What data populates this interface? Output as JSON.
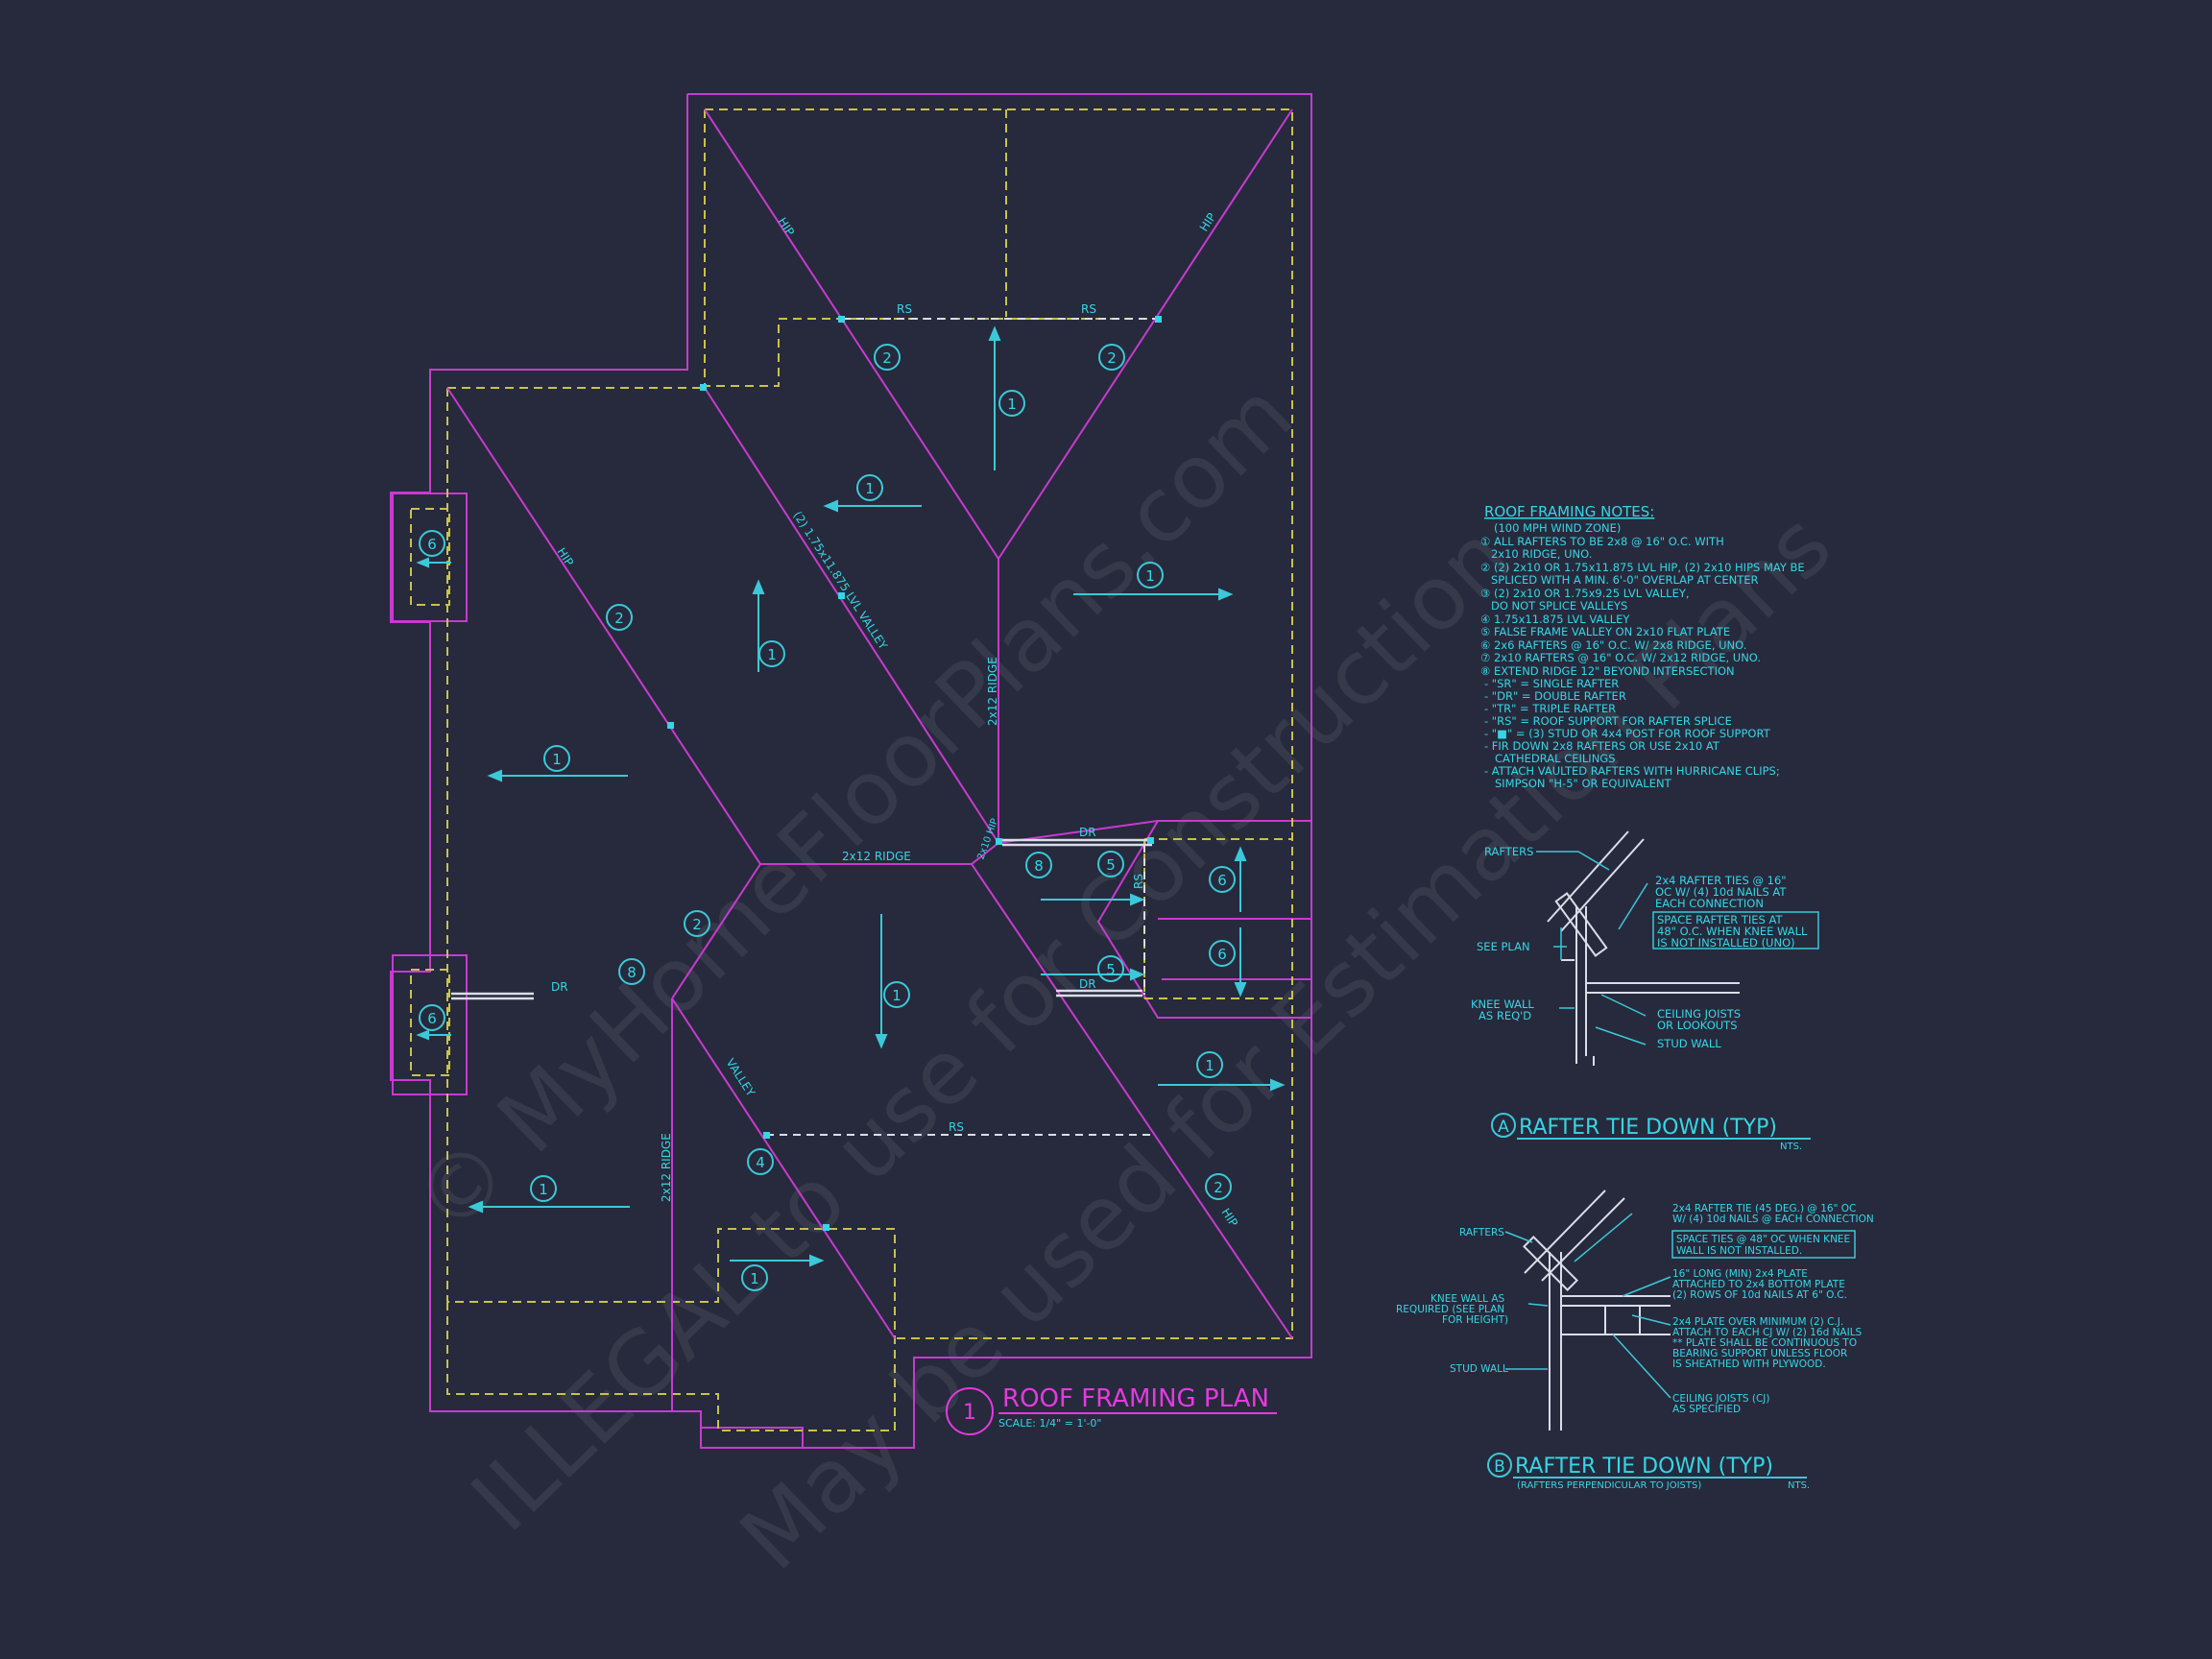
{
  "watermarks": [
    "© MyHomeFloorPlans.com",
    "ILLEGAL to use for Construction",
    "May be used for Estimation Plans"
  ],
  "plan": {
    "ridge_labels": [
      "2x12 RIDGE",
      "2x12 RIDGE",
      "2x12 RIDGE"
    ],
    "hip_label": "HIP",
    "valley_label": "VALLEY",
    "lvl_valley_label": "(2) 1.75x11.875 LVL VALLEY",
    "rs_label": "RS",
    "dr_label": "DR",
    "hip_small_label": "2x10 HIP",
    "title_number": "1",
    "title": "ROOF FRAMING PLAN",
    "scale": "SCALE: 1/4\" = 1'-0\""
  },
  "notes": {
    "title": "ROOF FRAMING NOTES:",
    "lines": [
      "(100 MPH WIND ZONE)",
      "① ALL RAFTERS TO BE 2x8 @ 16\" O.C. WITH",
      "   2x10 RIDGE, UNO.",
      "② (2) 2x10 OR 1.75x11.875 LVL HIP, (2) 2x10 HIPS MAY BE",
      "   SPLICED WITH A MIN. 6'-0\" OVERLAP AT CENTER",
      "③ (2) 2x10 OR 1.75x9.25 LVL VALLEY,",
      "   DO NOT SPLICE VALLEYS",
      "④ 1.75x11.875 LVL VALLEY",
      "⑤ FALSE FRAME VALLEY ON 2x10 FLAT PLATE",
      "⑥ 2x6 RAFTERS @ 16\" O.C. W/ 2x8 RIDGE, UNO.",
      "⑦ 2x10 RAFTERS @ 16\" O.C. W/ 2x12 RIDGE, UNO.",
      "⑧ EXTEND RIDGE 12\" BEYOND INTERSECTION",
      "- \"SR\" = SINGLE RAFTER",
      "- \"DR\" = DOUBLE RAFTER",
      "- \"TR\" = TRIPLE RAFTER",
      "- \"RS\" = ROOF SUPPORT FOR RAFTER SPLICE",
      "- \"■\" = (3) STUD OR 4x4 POST FOR ROOF SUPPORT",
      "- FIR DOWN 2x8 RAFTERS OR USE 2x10 AT",
      "   CATHEDRAL CEILINGS",
      "- ATTACH VAULTED RAFTERS WITH HURRICANE CLIPS;",
      "   SIMPSON \"H-5\" OR EQUIVALENT"
    ]
  },
  "detail_a": {
    "rafters": "RAFTERS",
    "ties_1": "2x4 RAFTER TIES @ 16\"",
    "ties_2": "OC W/ (4) 10d NAILS AT",
    "ties_3": "EACH CONNECTION",
    "space_1": "SPACE RAFTER TIES AT",
    "space_2": "48\" O.C. WHEN KNEE WALL",
    "space_3": "IS NOT INSTALLED (UNO)",
    "see_plan": "SEE PLAN",
    "knee_1": "KNEE WALL",
    "knee_2": "AS REQ'D",
    "ceiling_1": "CEILING JOISTS",
    "ceiling_2": "OR LOOKOUTS",
    "stud": "STUD WALL",
    "letter": "A",
    "title": "RAFTER TIE DOWN (TYP)",
    "nts": "NTS."
  },
  "detail_b": {
    "ties_1": "2x4 RAFTER TIE (45 DEG.) @ 16\" OC",
    "ties_2": "W/ (4) 10d NAILS @ EACH CONNECTION",
    "space_1": "SPACE TIES @ 48\" OC WHEN KNEE",
    "space_2": "WALL IS NOT INSTALLED.",
    "rafters": "RAFTERS",
    "plate_1": "16\" LONG (MIN) 2x4 PLATE",
    "plate_2": "ATTACHED TO 2x4 BOTTOM PLATE",
    "plate_3": "(2) ROWS OF 10d NAILS AT 6\" O.C.",
    "knee_1": "KNEE WALL AS",
    "knee_2": "REQUIRED (SEE PLAN",
    "knee_3": "FOR HEIGHT)",
    "cj_1": "2x4 PLATE OVER MINIMUM (2) C.J.",
    "cj_2": "ATTACH TO EACH CJ W/ (2) 16d NAILS",
    "cj_3": "** PLATE SHALL BE CONTINUOUS TO",
    "cj_4": "BEARING SUPPORT UNLESS FLOOR",
    "cj_5": "IS SHEATHED WITH PLYWOOD.",
    "stud": "STUD WALL",
    "ceiling_1": "CEILING JOISTS (CJ)",
    "ceiling_2": "AS SPECIFIED",
    "letter": "B",
    "title": "RAFTER TIE DOWN (TYP)",
    "subtitle": "(RAFTERS PERPENDICULAR TO JOISTS)",
    "nts": "NTS."
  }
}
